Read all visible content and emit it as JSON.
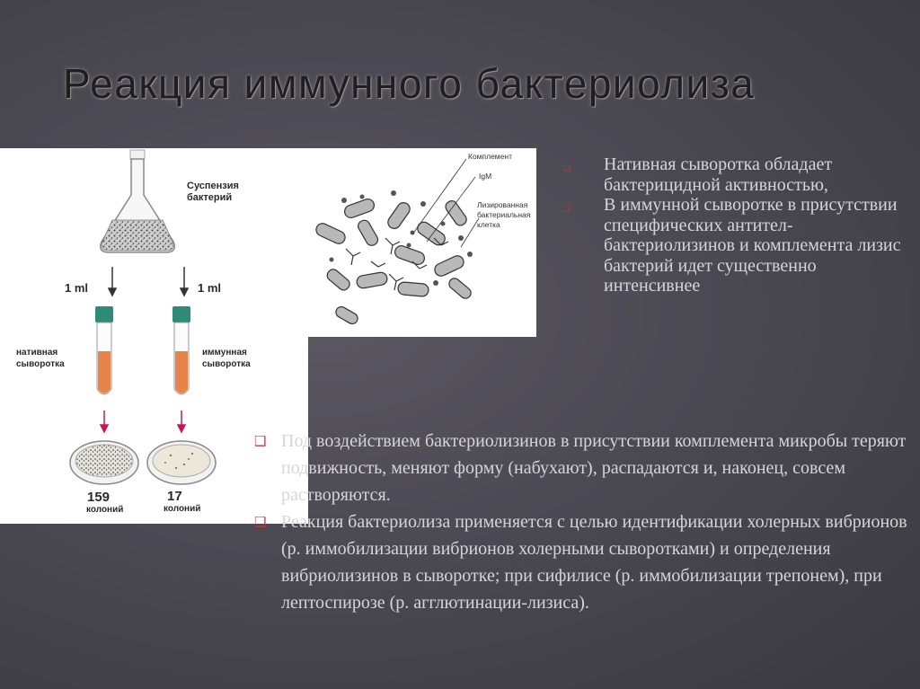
{
  "slide": {
    "title": "Реакция иммунного бактериолиза"
  },
  "left_figure": {
    "suspension_label_line1": "Суспензия",
    "suspension_label_line2": "бактерий",
    "dose_left": "1 ml",
    "dose_right": "1 ml",
    "native_line1": "нативная",
    "native_line2": "сыворотка",
    "immune_line1": "иммунная",
    "immune_line2": "сыворотка",
    "count_left_number": "159",
    "count_left_unit": "колоний",
    "count_right_number": "17",
    "count_right_unit": "колоний"
  },
  "right_figure": {
    "complement_label": "Комплемент",
    "igm_label": "IgM",
    "lysed_line1": "Лизированная",
    "lysed_line2": "бактериальная",
    "lysed_line3": "клетка"
  },
  "bullets_top": [
    "Нативная сыворотка обладает бактерицидной активностью,",
    "В иммунной сыворотке в присутствии специфических антител-бактериолизинов и комплемента лизис бактерий идет существенно интенсивнее"
  ],
  "bullets_bottom": [
    "Под воздействием бактериолизинов в присутствии комплемента микробы теряют подвижность, меняют форму (набухают), распадаются и, наконец, совсем растворяются.",
    "Реакция бактериолиза применяется  с целью идентификации холерных вибрионов (р. иммобилизации вибрионов холерными сыворотками) и определения вибриолизинов в сыворотке; при сифилисе (р. иммобилизации трепонем), при лептоспирозе (р. агглютинации-лизиса)."
  ],
  "colors": {
    "background": "#4b4952",
    "body_text": "#d6d6d6",
    "bullet": "#c0393a",
    "serum_fill": "#e8834a",
    "tube_cap": "#2e8b78",
    "arrow_pink": "#c2185b"
  },
  "icons": {
    "bullet_top": "square-bullet-icon",
    "bullet_bottom": "checkbox-bullet-icon"
  }
}
